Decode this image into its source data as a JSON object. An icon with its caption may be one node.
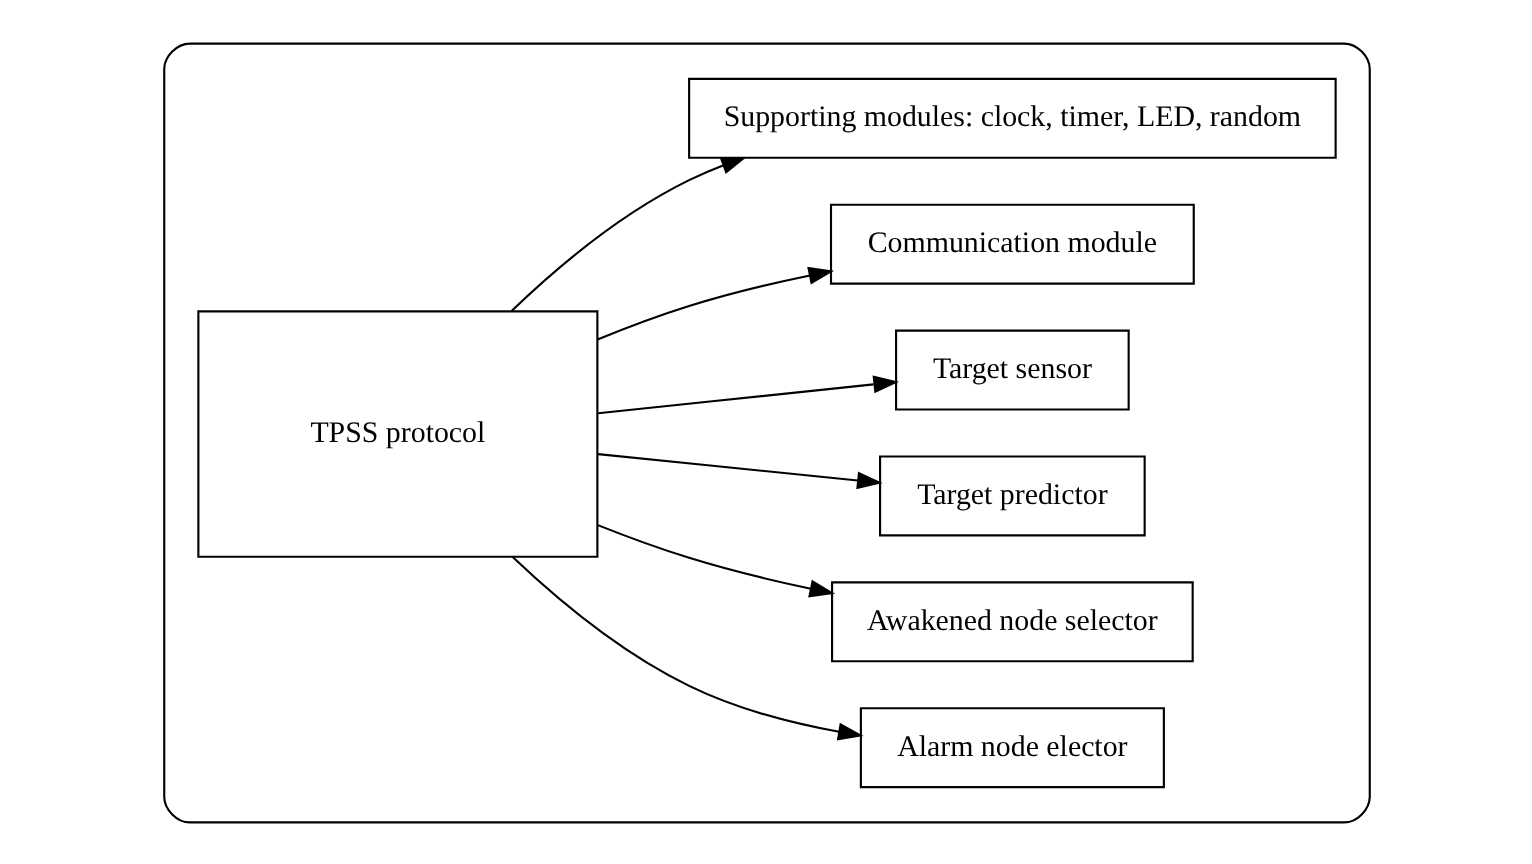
{
  "diagram": {
    "nodes": [
      {
        "text": [],
        "shape": "box"
      },
      {
        "text": [
          "TPSS protocol"
        ],
        "in": 0
      },
      {
        "text": [
          "Alarm node elector"
        ],
        "in": 0
      },
      {
        "text": [
          "Awakened node selector"
        ],
        "in": 0
      },
      {
        "text": [
          "Target predictor"
        ],
        "in": 0
      },
      {
        "text": [
          "Target sensor"
        ],
        "in": 0
      },
      {
        "text": [
          "Communication module"
        ],
        "in": 0
      },
      {
        "text": [
          "Supporting modules: clock, timer, LED, random"
        ],
        "in": 0
      }
    ],
    "edges": [
      {
        "from": 1,
        "to": 2,
        "arrow": "to"
      },
      {
        "from": 1,
        "to": 3,
        "arrow": "to"
      },
      {
        "from": 1,
        "to": 4,
        "arrow": "to"
      },
      {
        "from": 1,
        "to": 5,
        "arrow": "to"
      },
      {
        "from": 1,
        "to": 6,
        "arrow": "to"
      },
      {
        "from": 1,
        "to": 7,
        "arrow": "to"
      }
    ]
  }
}
